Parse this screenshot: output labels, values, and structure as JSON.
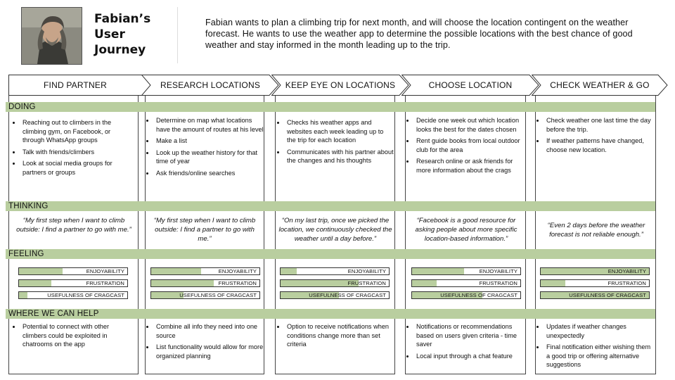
{
  "header": {
    "photo_icon": "person-photo",
    "title_lines": [
      "Fabian’s",
      "User",
      "Journey"
    ],
    "intro": "Fabian wants to plan a climbing trip for next month, and will choose the location contingent on the weather forecast.  He wants to use the weather app to determine the possible locations with the best chance of good weather and stay informed in the month leading up to the trip."
  },
  "colors": {
    "band": "#b9ce9f",
    "border": "#444444"
  },
  "sections": {
    "doing": "DOING",
    "thinking": "THINKING",
    "feeling": "FEELING",
    "help": "WHERE WE CAN HELP"
  },
  "bar_labels": {
    "enjoyability": "ENJOYABILITY",
    "frustration": "FRUSTRATION",
    "usefulness": "USEFULNESS OF CRAGCAST"
  },
  "stages": [
    {
      "title": "FIND PARTNER",
      "doing": [
        "Reaching out to climbers in the climbing gym, on Facebook, or through WhatsApp groups",
        "Talk with friends/climbers",
        "Look at social media groups for partners or groups"
      ],
      "thinking": "“My first step when I want to climb outside: I find a partner to go with me.”",
      "feeling": {
        "enjoyability": 0.4,
        "frustration": 0.3,
        "usefulness": 0.08
      },
      "help": [
        "Potential to connect with other climbers could be exploited in chatrooms on the app"
      ]
    },
    {
      "title": "RESEARCH LOCATIONS",
      "doing": [
        "Determine on map what locations have the amount of routes at his level",
        "Make a list",
        "Look up the weather history for that time of year",
        "Ask friends/online searches"
      ],
      "thinking": "“My first step when I want to climb outside: I find a partner to go with me.”",
      "feeling": {
        "enjoyability": 0.46,
        "frustration": 0.58,
        "usefulness": 0.3
      },
      "help": [
        "Combine all info they need into one source",
        "List functionality would allow for more organized planning"
      ]
    },
    {
      "title": "KEEP EYE ON LOCATIONS",
      "doing": [
        "Checks his weather apps and websites each week leading up to the trip for each location",
        "Communicates with his partner about the changes and his thoughts"
      ],
      "thinking": "“On my last trip, once we picked the location, we continuously checked the weather until a day before.”",
      "feeling": {
        "enjoyability": 0.15,
        "frustration": 0.72,
        "usefulness": 0.54
      },
      "help": [
        "Option to receive notifications when conditions change more than set criteria"
      ]
    },
    {
      "title": "CHOOSE LOCATION",
      "doing": [
        "Decide one week out which location looks the best for the dates chosen",
        "Rent guide books from local outdoor club for the area",
        "Research online or ask friends for more information about the crags"
      ],
      "thinking": "“Facebook is a good resource for asking people about more specific location-based information.”",
      "feeling": {
        "enjoyability": 0.48,
        "frustration": 0.23,
        "usefulness": 0.65
      },
      "help": [
        "Notifications or recommendations based on users given criteria - time saver",
        "Local input through a chat feature"
      ]
    },
    {
      "title": "CHECK WEATHER & GO",
      "doing": [
        "Check weather one last time the day before the trip.",
        "If weather patterns have changed, choose new location."
      ],
      "thinking": "“Even 2 days before the weather forecast is not reliable enough.”",
      "feeling": {
        "enjoyability": 1.0,
        "frustration": 0.23,
        "usefulness": 1.0
      },
      "help": [
        "Updates if weather changes unexpectedly",
        "Final notification either wishing them a good trip or offering alternative suggestions"
      ]
    }
  ]
}
